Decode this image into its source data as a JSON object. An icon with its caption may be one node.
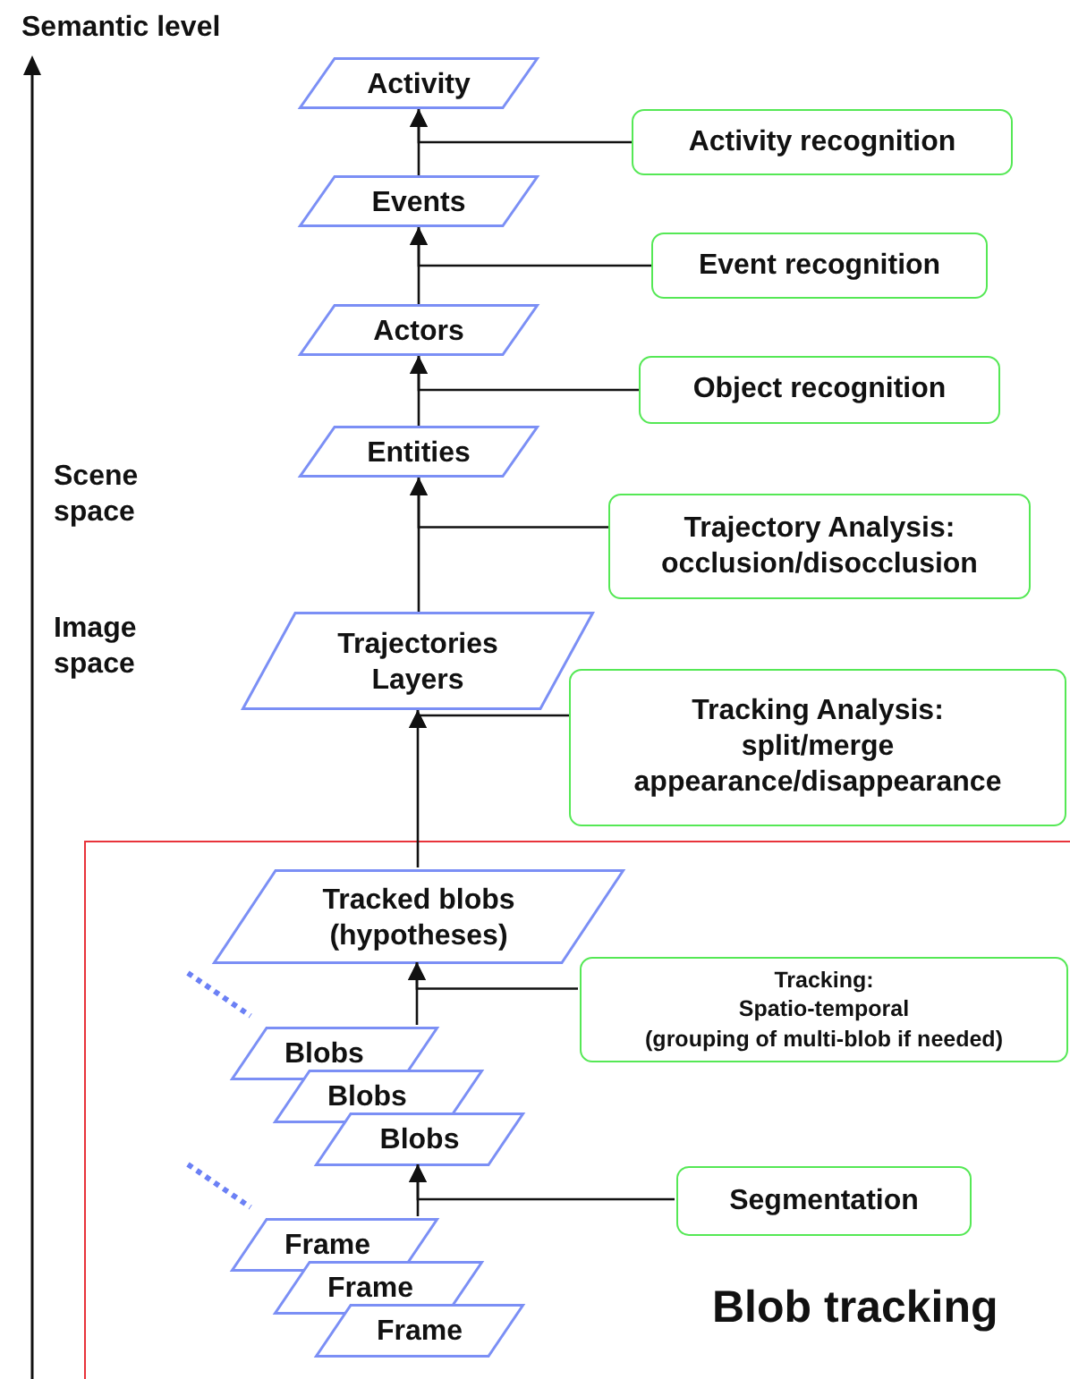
{
  "diagram": {
    "nodes": [
      {
        "text": [
          "Activity"
        ]
      },
      {
        "text": [
          "Activity recognition"
        ]
      },
      {
        "text": [
          "Events"
        ]
      },
      {
        "text": [
          "Event recognition"
        ]
      },
      {
        "text": [
          "Actors"
        ]
      },
      {
        "text": [
          "Object recognition"
        ]
      },
      {
        "text": [
          "Entities"
        ]
      },
      {
        "text": [
          "Trajectory Analysis:",
          "occlusion/disocclusion"
        ]
      },
      {
        "text": [
          "Trajectories Layers"
        ]
      },
      {
        "text": [
          "Tracking Analysis:",
          "split/merge appearance/disappearance"
        ]
      },
      {
        "text": [
          "Blob tracking"
        ]
      },
      {
        "text": [
          "Tracked blobs (hypotheses)"
        ],
        "in": 10
      },
      {
        "text": [
          "Tracking:",
          "Spatio-temporal",
          "(grouping of multi-blob if needed)"
        ],
        "in": 10
      },
      {
        "text": [
          "Blobs"
        ],
        "in": 10
      },
      {
        "text": [
          "Blobs"
        ],
        "in": 10
      },
      {
        "text": [
          "Blobs"
        ],
        "in": 10
      },
      {
        "text": [
          "Segmentation"
        ],
        "in": 10
      },
      {
        "text": [
          "Frame"
        ],
        "in": 10
      },
      {
        "text": [
          "Frame"
        ],
        "in": 10
      },
      {
        "text": [
          "Frame"
        ],
        "in": 10
      }
    ],
    "edges": [
      {
        "from": 2,
        "to": 0,
        "arrow": "to"
      },
      {
        "from": 1,
        "to": 0,
        "arrow": "to"
      },
      {
        "from": 4,
        "to": 2,
        "arrow": "to"
      },
      {
        "from": 3,
        "to": 2,
        "arrow": "to"
      },
      {
        "from": 6,
        "to": 4,
        "arrow": "to"
      },
      {
        "from": 5,
        "to": 4,
        "arrow": "to"
      },
      {
        "from": 8,
        "to": 6,
        "arrow": "to"
      },
      {
        "from": 7,
        "to": 6,
        "arrow": "to"
      },
      {
        "from": 11,
        "to": 8,
        "arrow": "to"
      },
      {
        "from": 9,
        "to": 8,
        "arrow": "to"
      },
      {
        "from": 13,
        "to": 11,
        "arrow": "to"
      },
      {
        "from": 12,
        "to": 11,
        "arrow": "to"
      },
      {
        "from": 17,
        "to": 15,
        "arrow": "to"
      },
      {
        "from": 16,
        "to": 15,
        "arrow": "to"
      }
    ],
    "labels": [
      "Semantic level",
      "Scene space",
      "Image space"
    ]
  }
}
